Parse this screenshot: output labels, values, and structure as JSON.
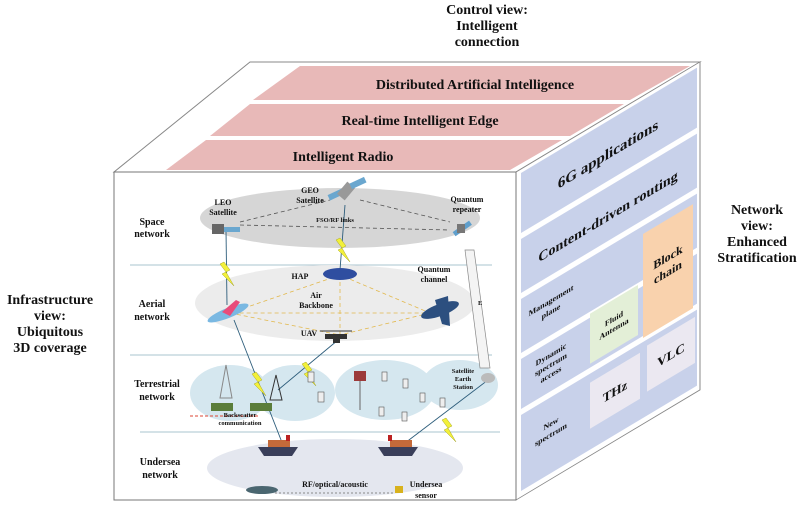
{
  "views": {
    "control": [
      "Control view:",
      "Intelligent",
      "connection"
    ],
    "network": [
      "Network",
      "view:",
      "Enhanced",
      "Stratification"
    ],
    "infrastructure": [
      "Infrastructure",
      "view:",
      "Ubiquitous",
      "3D coverage"
    ]
  },
  "top_layers": [
    "Distributed Artificial Intelligence",
    "Real-time Intelligent Edge",
    "Intelligent Radio"
  ],
  "right_layers": {
    "applications": "6G applications",
    "routing": "Content-driven routing",
    "management": [
      "Management",
      "plane"
    ],
    "blockchain": [
      "Block",
      "chain"
    ],
    "dynamic": [
      "Dynamic",
      "spectrum",
      "access"
    ],
    "fluid": [
      "Fluid",
      "Antenna"
    ],
    "new_spectrum": [
      "New",
      "spectrum"
    ],
    "thz": "THz",
    "vlc": "VLC"
  },
  "front": {
    "layers": [
      [
        "Space",
        "network"
      ],
      [
        "Aerial",
        "network"
      ],
      [
        "Terrestrial",
        "network"
      ],
      [
        "Undersea",
        "network"
      ]
    ],
    "labels": {
      "leo": [
        "LEO",
        "Satellite"
      ],
      "geo": [
        "GEO",
        "Satellite"
      ],
      "links": "FSO/RF links",
      "quantum_repeater": [
        "Quantum",
        "repeater"
      ],
      "hap": "HAP",
      "quantum_channel": [
        "Quantum",
        "channel"
      ],
      "air_backbone": [
        "Air",
        "Backbone"
      ],
      "uav": "UAV",
      "backscatter": [
        "Backscatter",
        "communication"
      ],
      "earth_station": [
        "Satellite",
        "Earth",
        "Station"
      ],
      "rf": "RF/optical/acoustic",
      "undersea_sensor": [
        "Undersea",
        "sensor"
      ],
      "channel_mark": "E"
    }
  },
  "colors": {
    "top_band": "#e8b9b8",
    "right_face": "#c8d1ea",
    "blockchain": "#f9d2ad",
    "fluid": "#e3efd7",
    "spectrum_box": "#ebe8f1"
  }
}
